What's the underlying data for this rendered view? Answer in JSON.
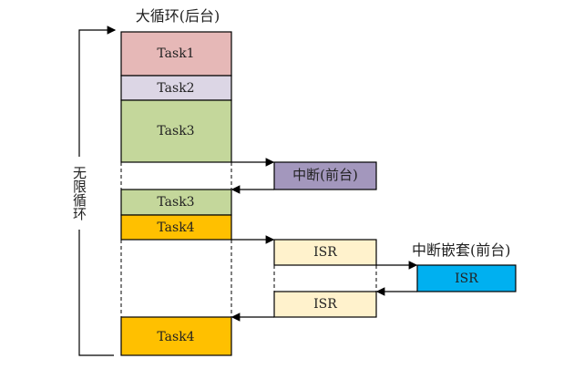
{
  "title": "大循环(后台)",
  "loop_label": "无限循环",
  "nested_label": "中断嵌套(前台)",
  "blocks": {
    "task1": "Task1",
    "task2": "Task2",
    "task3a": "Task3",
    "interrupt": "中断(前台)",
    "task3b": "Task3",
    "task4a": "Task4",
    "isr1": "ISR",
    "isr_nested": "ISR",
    "isr2": "ISR",
    "task4b": "Task4"
  },
  "colors": {
    "task1": "#e6b8b7",
    "task2": "#dcd6e5",
    "task3": "#c4d79b",
    "task4": "#ffc000",
    "interrupt": "#a397bd",
    "isr": "#fff2cc",
    "isr_nested": "#00b0f0"
  }
}
